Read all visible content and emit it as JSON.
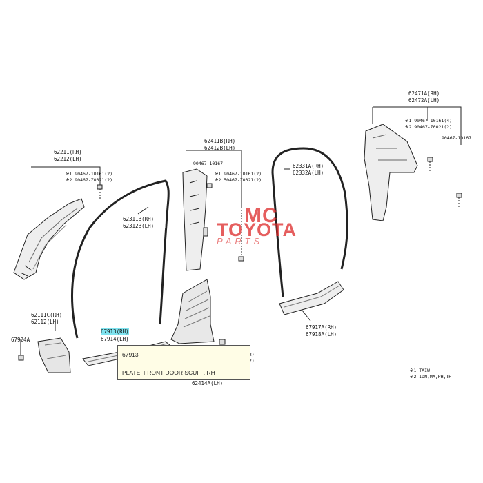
{
  "labels": {
    "l62211": "62211(RH)",
    "l62212": "62212(LH)",
    "l62211_n1": "※1 90467-10161(2)",
    "l62211_n2": "※2 90467-Z0021(2)",
    "l62311": "62311B(RH)",
    "l62312": "62312B(LH)",
    "l62411": "62411B(RH)",
    "l62412": "62412B(LH)",
    "l90467_10167_mid": "90467-10167",
    "l62411_n1": "※1 90467-10161(2)",
    "l62411_n2": "※2 50467-Z0021(2)",
    "l62331": "62331A(RH)",
    "l62332": "62332A(LH)",
    "l62471": "62471A(RH)",
    "l62472": "62472A(LH)",
    "l62471_n1": "※1 90467-10161(4)",
    "l62471_n2": "※2 90467-Z0021(2)",
    "l90467_10167_right": "90467-10167",
    "l62111": "62111C(RH)",
    "l62112": "62112(LH)",
    "l67924": "67924A",
    "l67913": "67913(RH)",
    "l67914": "67914(LH)",
    "l62414": "62414A(LH)",
    "l_partial1": "1(2)",
    "l_partial2": "1(2)",
    "l67917": "67917A(RH)",
    "l67918": "67918A(LH)",
    "legend1": "※1 TAIW",
    "legend2": "※2 IDN,MA,PH,TH"
  },
  "tooltip": {
    "part_no": "67913",
    "description": "PLATE, FRONT DOOR SCUFF, RH"
  },
  "watermark": {
    "line1": "MC",
    "line2": "TOYOTA",
    "line3": "PARTS"
  },
  "colors": {
    "highlight": "#7fe3ef",
    "tooltip_bg": "#fffde6",
    "watermark": "#dc2828"
  }
}
